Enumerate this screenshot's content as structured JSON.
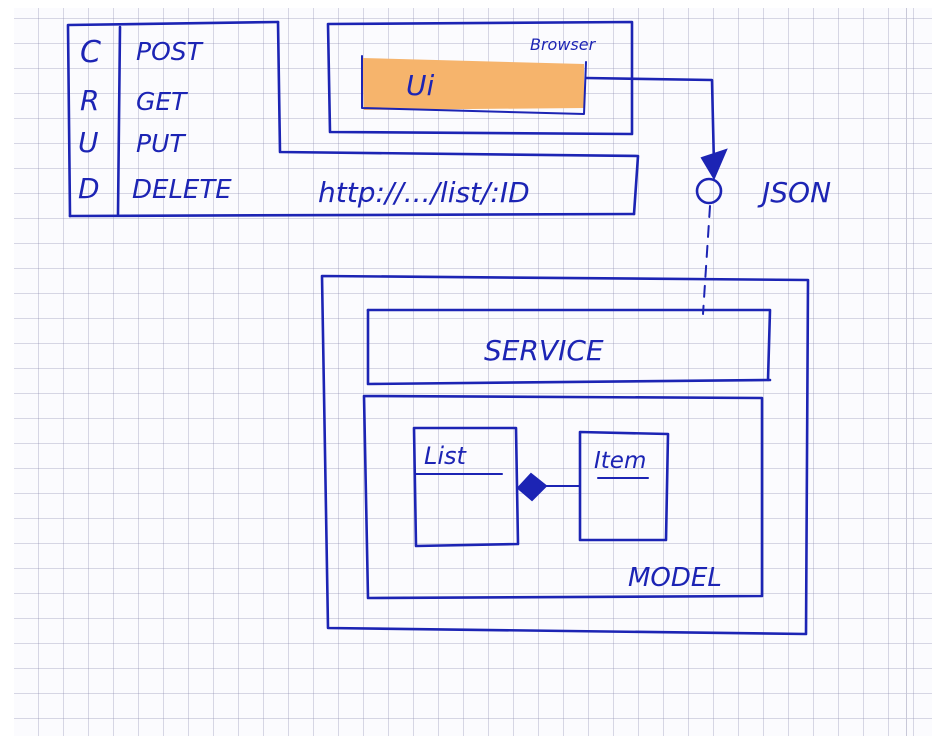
{
  "crud": {
    "letters": [
      "C",
      "R",
      "U",
      "D"
    ],
    "methods": [
      "POST",
      "GET",
      "PUT",
      "DELETE"
    ]
  },
  "browser": {
    "label": "Browser",
    "ui_label": "Ui"
  },
  "url": "http://.../list/:ID",
  "interface_label": "JSON",
  "service_label": "SERVICE",
  "model": {
    "label": "MODEL",
    "classes": [
      "List",
      "Item"
    ]
  },
  "colors": {
    "ink": "#1c24b4",
    "ui_fill": "#f6b46c"
  }
}
